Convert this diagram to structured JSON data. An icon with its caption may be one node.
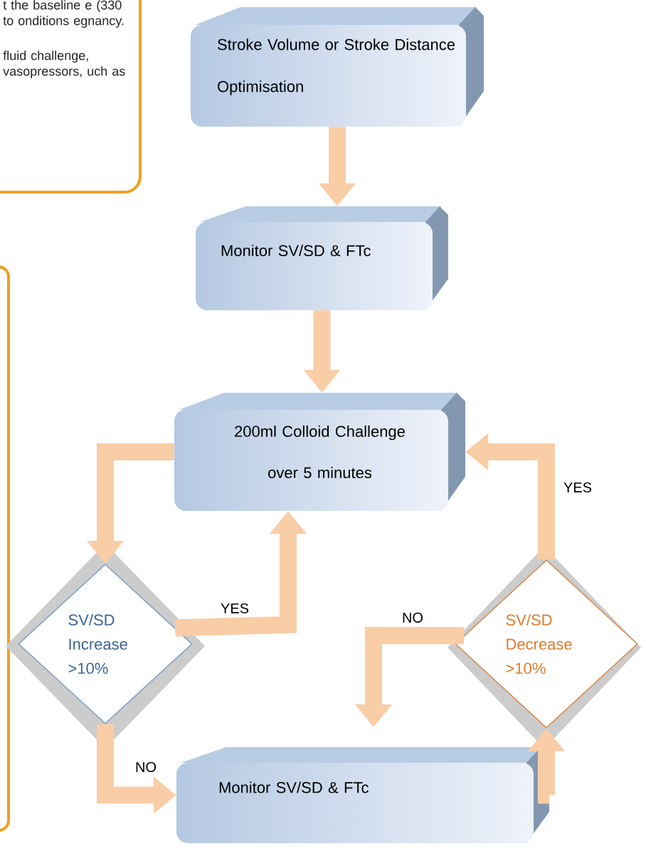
{
  "diagram": {
    "nodes": [
      {
        "text": [
          "t the baseline e (330 to onditions egnancy.",
          "fluid challenge, vasopressors, uch as"
        ]
      },
      {
        "text": [],
        "shape": "box"
      },
      {
        "text": [
          "Stroke Volume or Stroke Distance Optimisation"
        ]
      },
      {
        "text": [
          "Monitor SV/SD & FTc"
        ]
      },
      {
        "text": [
          "200ml Colloid Challenge over 5 minutes"
        ]
      },
      {
        "text": [
          "SV/SD Increase >10%"
        ]
      },
      {
        "text": [
          "SV/SD Decrease >10%"
        ]
      },
      {
        "text": [
          "Monitor SV/SD & FTc"
        ]
      }
    ],
    "edges": [
      {
        "from": 2,
        "to": 3,
        "arrow": "to"
      },
      {
        "from": 3,
        "to": 4,
        "arrow": "to"
      },
      {
        "from": 4,
        "to": 5,
        "arrow": "to"
      },
      {
        "from": 5,
        "to": 4,
        "arrow": "to",
        "label": "YES"
      },
      {
        "from": 5,
        "to": 7,
        "arrow": "to",
        "label": "NO"
      },
      {
        "from": 7,
        "to": 6,
        "arrow": "to"
      },
      {
        "from": 6,
        "to": 4,
        "arrow": "to",
        "label": "YES"
      },
      {
        "from": 6,
        "to": null,
        "arrow": "to",
        "label": "NO"
      }
    ]
  }
}
